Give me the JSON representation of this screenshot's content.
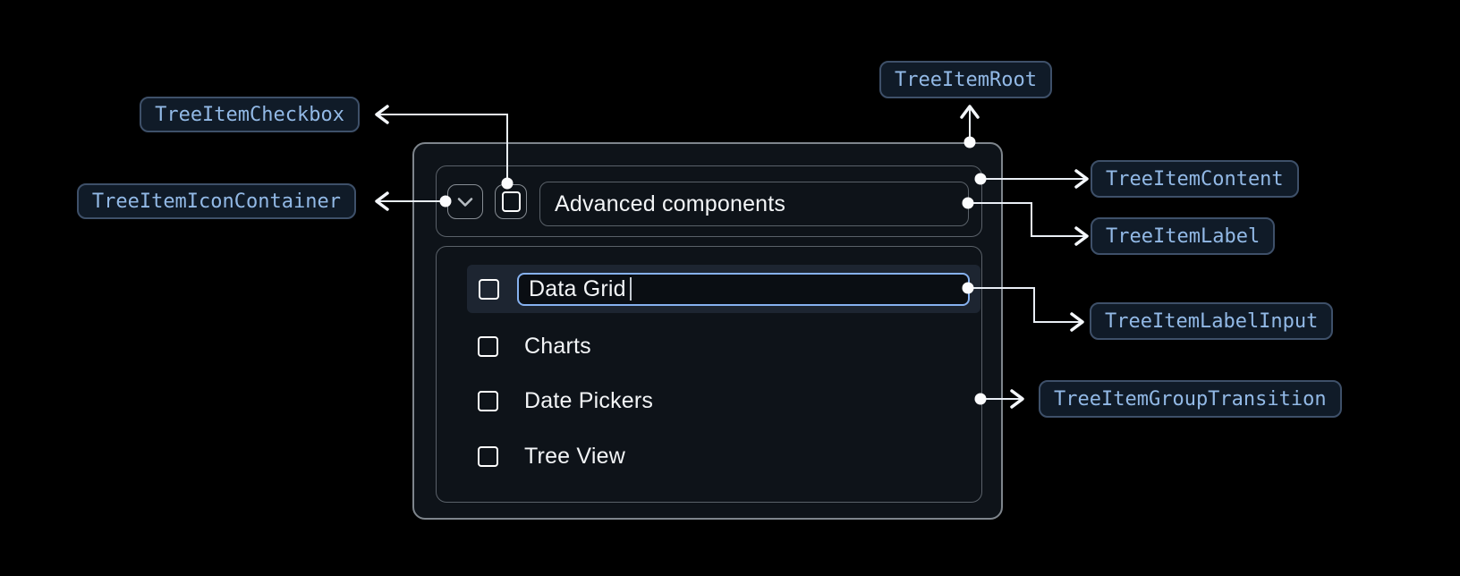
{
  "callouts": {
    "checkbox": {
      "label": "TreeItemCheckbox"
    },
    "icon_container": {
      "label": "TreeItemIconContainer"
    },
    "root": {
      "label": "TreeItemRoot"
    },
    "content": {
      "label": "TreeItemContent"
    },
    "label": {
      "label": "TreeItemLabel"
    },
    "label_input": {
      "label": "TreeItemLabelInput"
    },
    "group_transition": {
      "label": "TreeItemGroupTransition"
    }
  },
  "tree_item": {
    "label": "Advanced components",
    "expanded": true,
    "children": [
      {
        "label": "Data Grid",
        "state": "editing",
        "checked": false
      },
      {
        "label": "Charts",
        "checked": false
      },
      {
        "label": "Date Pickers",
        "checked": false
      },
      {
        "label": "Tree View",
        "checked": false
      }
    ]
  },
  "icons": {
    "expand_icon": "chevron-down",
    "checkbox_icon": "unchecked-square"
  },
  "colors": {
    "background": "#000000",
    "root_border": "#7e858c",
    "inner_border": "#5a6169",
    "callout_bg": "#101b28",
    "callout_border": "#3e5069",
    "callout_text": "#92b9e6",
    "row_highlight": "#1d2531",
    "input_focus_border": "#86b1ef",
    "connector": "#e9eef5",
    "text": "#f3f5f7"
  }
}
